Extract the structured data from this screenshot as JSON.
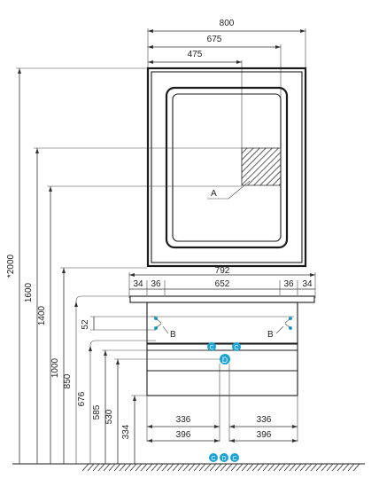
{
  "diagram": {
    "top_widths": [
      "800",
      "675",
      "475"
    ],
    "vanity_width": "792",
    "vanity_inner": [
      "34",
      "36",
      "652",
      "36",
      "34"
    ],
    "left_heights": [
      "*2000",
      "1600",
      "1400",
      "1000",
      "850",
      "676",
      "585",
      "530",
      "334"
    ],
    "small_dim": "52",
    "bottom_inner": [
      "336",
      "336"
    ],
    "bottom_outer": [
      "396",
      "396"
    ],
    "labels": {
      "mirror_detail": "A",
      "hinge_left": "B",
      "hinge_right": "B",
      "center_marker": "D"
    },
    "connectors": [
      "C",
      "C",
      "C",
      "D",
      "C"
    ]
  },
  "colors": {
    "line": "#1a1a1a",
    "marker": "#1aa3d9",
    "hatch": "#333333"
  }
}
